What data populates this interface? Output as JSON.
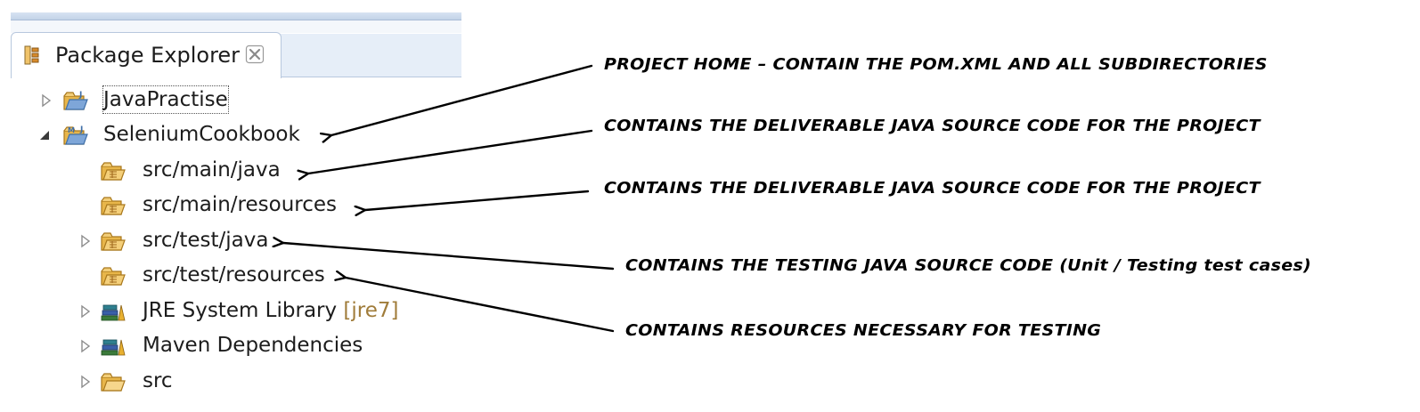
{
  "view": {
    "title": "Package Explorer",
    "tab_icon": "package-explorer-icon",
    "close_icon": "close-icon"
  },
  "tree": [
    {
      "label": "JavaPractise",
      "decoration": "",
      "icon": "java-project-folder-icon",
      "expander": "collapsed",
      "selected": true
    },
    {
      "label": "SeleniumCookbook",
      "decoration": "",
      "icon": "maven-project-folder-icon",
      "expander": "expanded",
      "selected": false
    },
    {
      "label": "src/main/java",
      "decoration": "",
      "icon": "source-folder-icon",
      "expander": "none",
      "selected": false
    },
    {
      "label": "src/main/resources",
      "decoration": "",
      "icon": "source-folder-icon",
      "expander": "none",
      "selected": false
    },
    {
      "label": "src/test/java",
      "decoration": "",
      "icon": "source-folder-icon",
      "expander": "collapsed",
      "selected": false
    },
    {
      "label": "src/test/resources",
      "decoration": "",
      "icon": "source-folder-icon",
      "expander": "none",
      "selected": false
    },
    {
      "label": "JRE System Library",
      "decoration": "[jre7]",
      "icon": "library-icon",
      "expander": "collapsed",
      "selected": false
    },
    {
      "label": "Maven Dependencies",
      "decoration": "",
      "icon": "library-icon",
      "expander": "collapsed",
      "selected": false
    },
    {
      "label": "src",
      "decoration": "",
      "icon": "folder-icon",
      "expander": "collapsed",
      "selected": false
    }
  ],
  "annotations": [
    "PROJECT HOME – CONTAIN THE POM.XML AND ALL SUBDIRECTORIES",
    "CONTAINS THE DELIVERABLE JAVA SOURCE CODE FOR THE PROJECT",
    "CONTAINS THE DELIVERABLE JAVA SOURCE CODE FOR THE PROJECT",
    "CONTAINS THE TESTING JAVA SOURCE CODE (Unit / Testing test cases)",
    "CONTAINS RESOURCES NECESSARY FOR TESTING"
  ],
  "colors": {
    "folder": "#e8b64a",
    "folder_dark": "#a9781c",
    "project_blue": "#4a7fc1",
    "decoration": "#a07c3a"
  }
}
